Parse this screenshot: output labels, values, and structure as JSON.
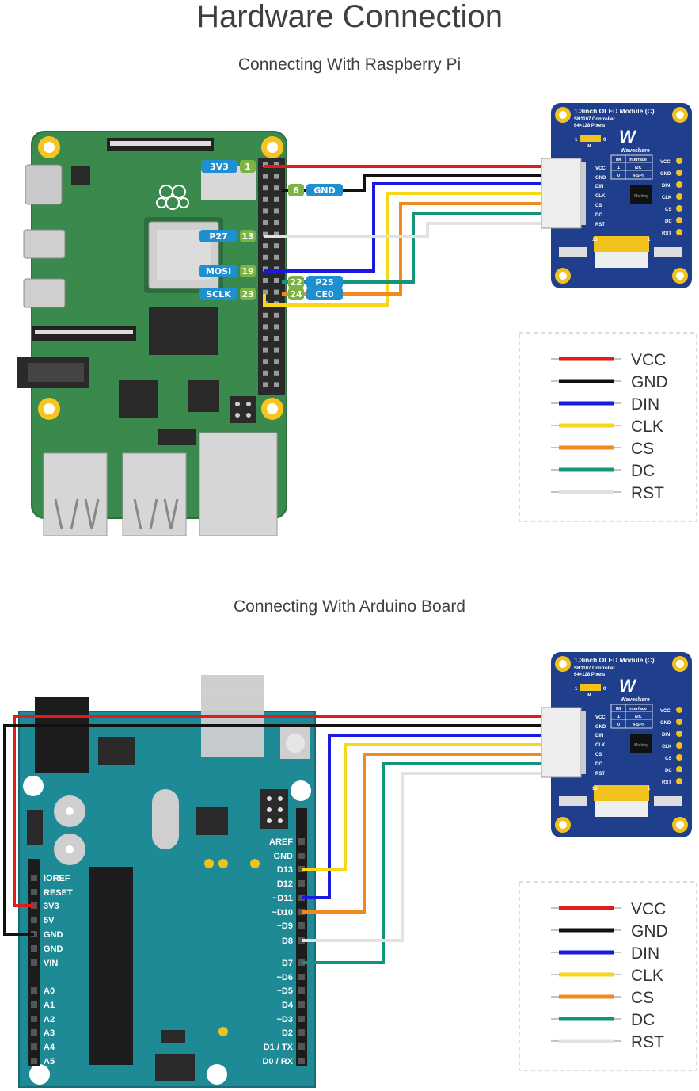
{
  "title": "Hardware Connection",
  "rpi_section": {
    "subtitle": "Connecting With Raspberry Pi",
    "pins": [
      {
        "name": "3V3",
        "num": "1"
      },
      {
        "name": "GND",
        "num": "6"
      },
      {
        "name": "P27",
        "num": "13"
      },
      {
        "name": "MOSI",
        "num": "19"
      },
      {
        "name": "P25",
        "num": "22"
      },
      {
        "name": "SCLK",
        "num": "23"
      },
      {
        "name": "CE0",
        "num": "24"
      }
    ]
  },
  "arduino_section": {
    "subtitle": "Connecting With Arduino Board",
    "left_header": [
      "IOREF",
      "RESET",
      "3V3",
      "5V",
      "GND",
      "GND",
      "VIN",
      "A0",
      "A1",
      "A2",
      "A3",
      "A4",
      "A5"
    ],
    "right_header": [
      "AREF",
      "GND",
      "D13",
      "D12",
      "~D11",
      "~D10",
      "~D9",
      "D8",
      "D7",
      "~D6",
      "~D5",
      "D4",
      "~D3",
      "D2",
      "D1 / TX",
      "D0 / RX"
    ]
  },
  "oled_module": {
    "title": "1.3inch OLED Module (C)",
    "controller": "SH1107 Controller",
    "pixels": "64×128 Pixels",
    "brand": "Waveshare",
    "pins": [
      "VCC",
      "GND",
      "DIN",
      "CLK",
      "CS",
      "DC",
      "RST"
    ],
    "table": {
      "headers": [
        "IM",
        "Interface"
      ],
      "rows": [
        [
          "1",
          "I2C"
        ],
        [
          "0",
          "4-SPI"
        ]
      ]
    },
    "marking": "Marking",
    "im_label": "IM",
    "num_1": "1",
    "num_0": "0",
    "num_13": "13",
    "num_1b": "1"
  },
  "legend": [
    {
      "label": "VCC",
      "color": "#e31b1b"
    },
    {
      "label": "GND",
      "color": "#111111"
    },
    {
      "label": "DIN",
      "color": "#1a1adf"
    },
    {
      "label": "CLK",
      "color": "#f7d61c"
    },
    {
      "label": "CS",
      "color": "#f08a1e"
    },
    {
      "label": "DC",
      "color": "#13957a"
    },
    {
      "label": "RST",
      "color": "#e2e2e2"
    }
  ],
  "colors": {
    "rpi_board": "#3a8a4e",
    "arduino_board": "#1e8a96",
    "oled_board": "#1f3f8c",
    "pin_label_blue": "#1f8fd0",
    "pin_num_green": "#7cb342"
  }
}
